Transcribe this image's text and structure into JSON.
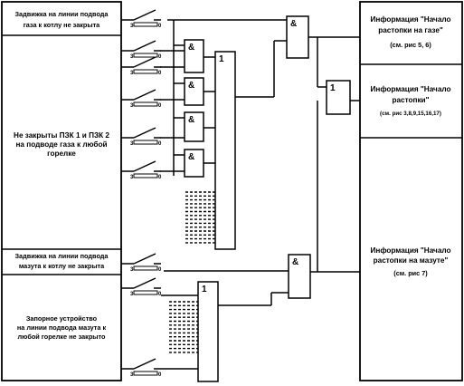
{
  "left_panel": {
    "box1": [
      "Задвижка на линии подвода",
      "газа к котлу не закрыта"
    ],
    "box2": [
      "Не закрыты ПЗК 1 и  ПЗК 2",
      "на подводе газа к любой",
      "горелке"
    ],
    "box3": [
      "Задвижка на линии подвода",
      "мазута к котлу не закрыта"
    ],
    "box4": [
      "Запорное устройство",
      "на линии подвода мазута к",
      "любой горелке не закрыто"
    ]
  },
  "right_panel": {
    "info1": [
      "Информация \"Начало",
      "растопки на газе\"",
      "(см. рис  5, 6)"
    ],
    "info2": [
      "Информация \"Начало",
      "растопки\"",
      "(см. рис  3,8,9,15,16,17)"
    ],
    "info3": [
      "Информация \"Начало",
      "растопки на мазуте\"",
      "(см. рис  7)"
    ]
  },
  "gates": {
    "and": "&",
    "or": "1"
  },
  "switch_marks": {
    "left": "3",
    "right": "0"
  },
  "colors": {
    "stroke": "#000000",
    "background": "#ffffff"
  }
}
